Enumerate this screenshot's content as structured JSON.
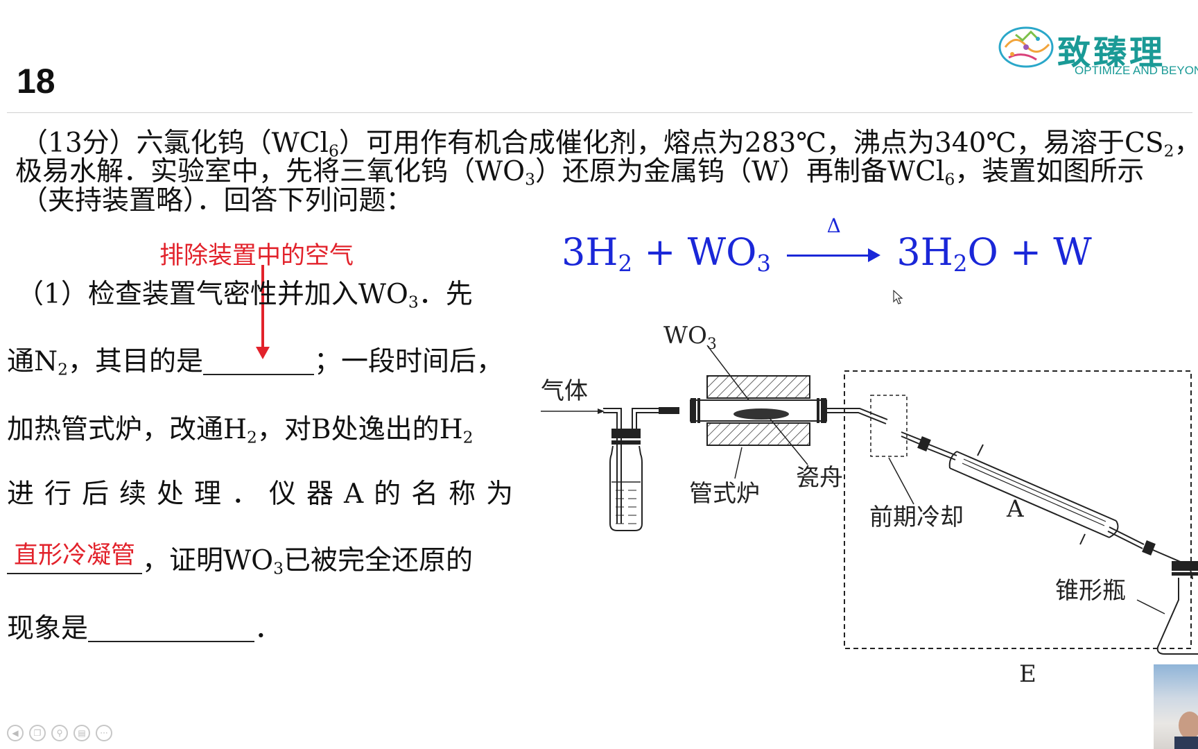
{
  "header": {
    "question_number": "18"
  },
  "logo": {
    "text": "致臻理",
    "subtitle": "OPTIMIZE AND BEYON"
  },
  "stem": {
    "l1_a": "（13分）六氯化钨（WCl",
    "l1_sub": "6",
    "l1_b": "）可用作有机合成催化剂，熔点为283℃，沸点为340℃，易溶于CS",
    "l1_sub2": "2",
    "l1_c": "，",
    "l2_a": "极易水解．实验室中，先将三氧化钨（WO",
    "l2_sub": "3",
    "l2_b": "）还原为金属钨（W）再制备WCl",
    "l2_sub2": "6",
    "l2_c": "，装置如图所示",
    "l3": "（夹持装置略）．回答下列问题："
  },
  "part1": {
    "l1_a": "（1）检查装置气密性并加入WO",
    "l1_sub": "3",
    "l1_b": "．先",
    "l2_a": "通N",
    "l2_sub": "2",
    "l2_b": "，其目的是",
    "l2_c": "；一段时间后，",
    "l3_a": "加热管式炉，改通H",
    "l3_sub": "2",
    "l3_b": "，对B处逸出的H",
    "l3_sub2": "2",
    "l4": "进行后续处理．仪器A的名称为",
    "l5_a": "，证明WO",
    "l5_sub": "3",
    "l5_b": "已被完全还原的",
    "l6_a": "现象是",
    "l6_b": "．"
  },
  "annotations": {
    "purpose": "排除装置中的空气",
    "instrument": "直形冷凝管"
  },
  "equation": {
    "left": "3H",
    "left_sub": "2",
    "plus1": " + WO",
    "wo_sub": "3",
    "condition": "Δ",
    "right": "3H",
    "right_sub": "2",
    "right_b": "O + W"
  },
  "diagram": {
    "wo3": "WO",
    "wo3_sub": "3",
    "gas": "气体",
    "furnace": "管式炉",
    "boat": "瓷舟",
    "precool": "前期冷却",
    "a": "A",
    "flask": "锥形瓶",
    "e": "E"
  },
  "toolbar": {
    "icons": [
      "prev-icon",
      "copy-icon",
      "zoom-icon",
      "slides-icon",
      "more-icon"
    ],
    "more": "···"
  },
  "colors": {
    "annotation": "#e2222b",
    "equation": "#1a27d8",
    "logo": "#1a9a96"
  }
}
